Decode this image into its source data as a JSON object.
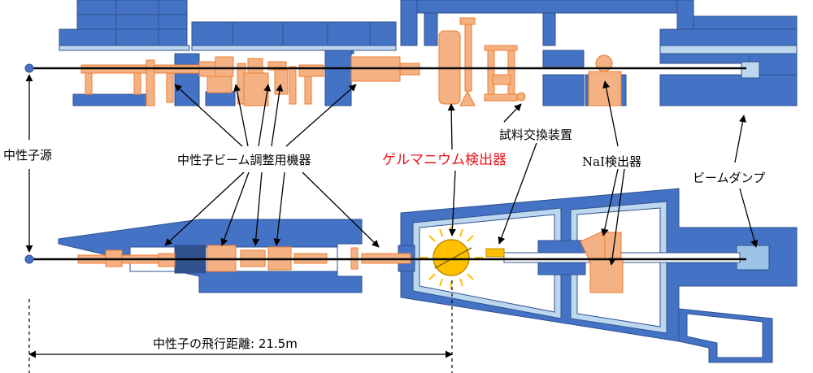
{
  "labels": {
    "neutron_source": "中性子源",
    "beam_equipment": "中性子ビーム調整用機器",
    "germanium_detector": "ゲルマニウム検出器",
    "sample_changer": "試料交換装置",
    "nai_detector": "NaI検出器",
    "beam_dump": "ビームダンプ",
    "flight_distance": "中性子の飛行距離: 21.5m"
  },
  "colors": {
    "shield_blue": "#4472c4",
    "shield_dark": "#2f528f",
    "equipment_orange": "#f4b183",
    "equipment_outline": "#ed7d31",
    "detector_yellow": "#ffc000",
    "inner_light": "#bdd7ee",
    "beam_line": "#000000",
    "highlight_red": "#e8131b"
  }
}
